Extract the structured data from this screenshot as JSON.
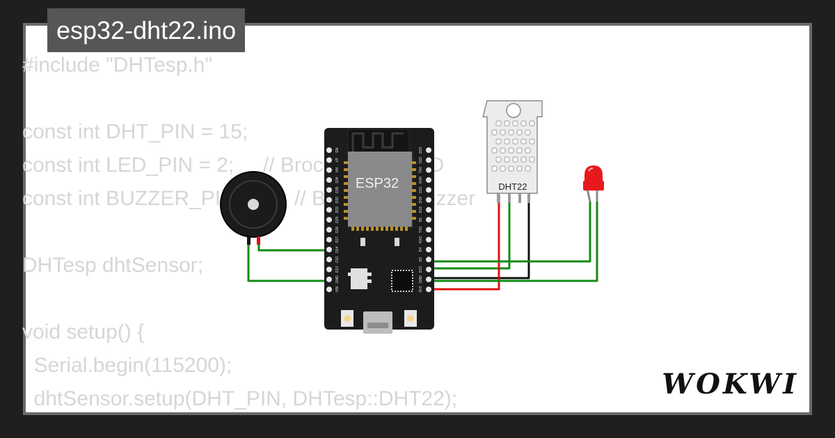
{
  "title": "esp32-dht22.ino",
  "code_lines": [
    "#include \"DHTesp.h\"",
    "",
    "const int DHT_PIN = 15;",
    "const int LED_PIN = 2;     // Broche de la LED",
    "const int BUZZER_PIN = 14; // Broche du buzzer",
    "",
    "DHTesp dhtSensor;",
    "",
    "void setup() {",
    "  Serial.begin(115200);",
    "  dhtSensor.setup(DHT_PIN, DHTesp::DHT22);"
  ],
  "board": {
    "label": "ESP32",
    "left_pins": [
      "EN",
      "VP",
      "VN",
      "D34",
      "D35",
      "D32",
      "D33",
      "D25",
      "D26",
      "D27",
      "D14",
      "D12",
      "D13",
      "GND",
      "VIN"
    ],
    "right_pins": [
      "D23",
      "D22",
      "TX0",
      "RX0",
      "D21",
      "D19",
      "D18",
      "D5",
      "TX2",
      "RX2",
      "D4",
      "D2",
      "D15",
      "GND",
      "3V3"
    ]
  },
  "sensor": {
    "label": "DHT22"
  },
  "brand": "WOKWI",
  "colors": {
    "wire_green": "#138a13",
    "wire_red": "#e01010",
    "wire_black": "#111111",
    "led_red": "#e8191c",
    "board": "#1c1c1c",
    "chip": "#8a8a8a"
  }
}
